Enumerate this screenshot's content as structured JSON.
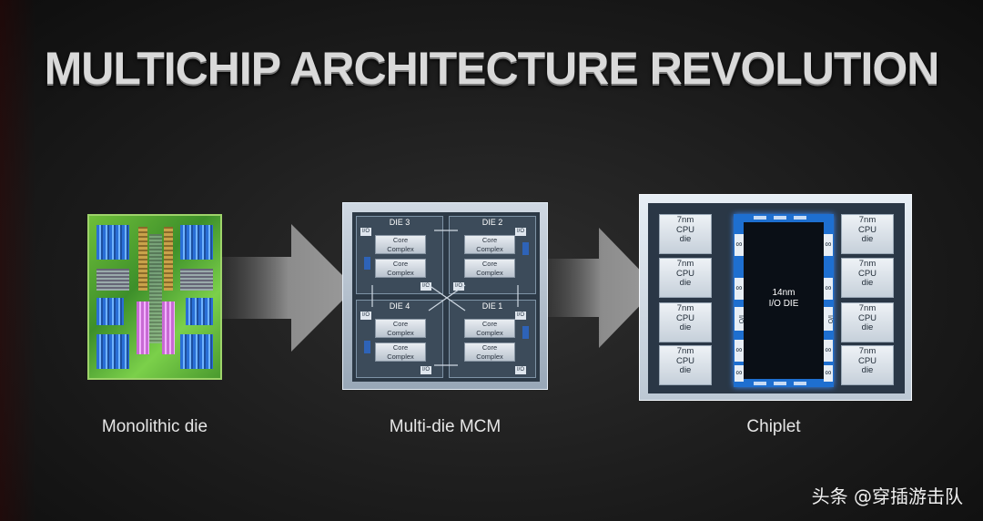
{
  "title": "MULTICHIP ARCHITECTURE REVOLUTION",
  "labels": {
    "monolithic": "Monolithic die",
    "mcm": "Multi-die MCM",
    "chiplet": "Chiplet"
  },
  "mcm": {
    "dies": [
      "DIE 3",
      "DIE 2",
      "DIE 4",
      "DIE 1"
    ],
    "core_complex_line1": "Core",
    "core_complex_line2": "Complex",
    "io": "I/O"
  },
  "chiplet": {
    "cpu_line1": "7nm",
    "cpu_line2": "CPU",
    "cpu_line3": "die",
    "io_die_line1": "14nm",
    "io_die_line2": "I/O DIE",
    "infinity": "∞",
    "io_vertical": "I/O"
  },
  "watermark": "头条 @穿插游击队",
  "colors": {
    "background": "#1c1c1c",
    "arrow": "#8a8a8a",
    "io_die_ring": "#1e6fd0",
    "mono_green": "#5db236"
  }
}
